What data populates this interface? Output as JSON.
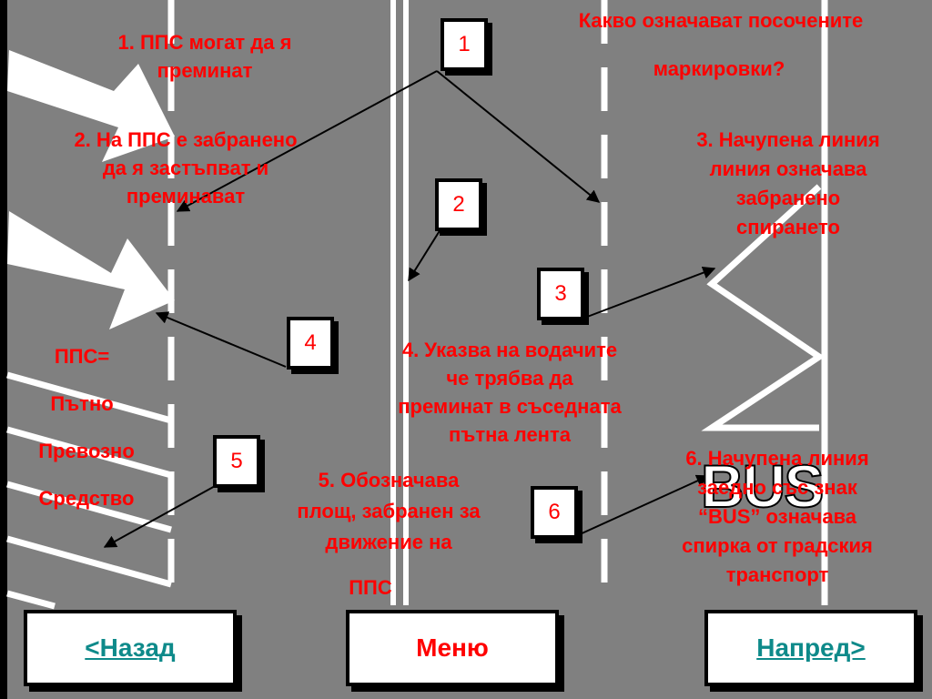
{
  "question": {
    "line1": "Какво означават посочените",
    "line2": "маркировки?"
  },
  "labels": {
    "l1": {
      "line1": "1. ППС могат да я",
      "line2": "преминат"
    },
    "l2": {
      "line1": "2. На ППС е забранено",
      "line2": "да я застъпват и",
      "line3": "преминават"
    },
    "l3": {
      "line1": "3. Начупена линия",
      "line2": "линия означава",
      "line3": "забранено",
      "line4": "спирането"
    },
    "l4": {
      "line1": "4. Указва на водачите",
      "line2": "че трябва да",
      "line3": "преминат в съседната",
      "line4": "пътна лента"
    },
    "l5": {
      "line1": "5. Обозначава",
      "line2": "площ, забранен за",
      "line3": "движение на",
      "line4": "ППС"
    },
    "l6": {
      "line1": "6. Начупена линия",
      "line2": "заедно със знак",
      "line3": "“BUS”  означава",
      "line4": "спирка от градския",
      "line5": "транспорт"
    }
  },
  "legend": {
    "title": "ППС=",
    "word1": "Пътно",
    "word2": "Превозно",
    "word3": "Средство"
  },
  "markers": [
    "1",
    "2",
    "3",
    "4",
    "5",
    "6"
  ],
  "bus_marking": "BUS",
  "nav": {
    "back": "<Назад",
    "menu": "Меню",
    "next": "Напред>"
  },
  "colors": {
    "road": "#808080",
    "text": "#ff0000",
    "link": "#0e8a8a",
    "marking": "#ffffff"
  }
}
